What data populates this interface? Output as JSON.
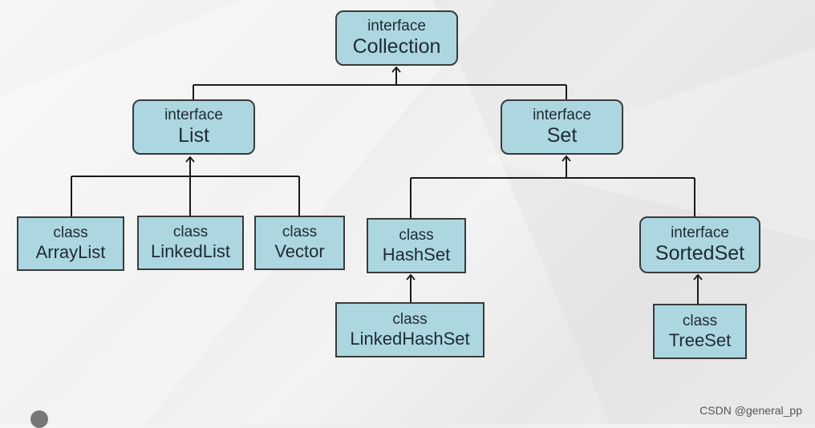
{
  "diagram": {
    "nodes": {
      "collection": {
        "keyword": "interface",
        "name": "Collection"
      },
      "list": {
        "keyword": "interface",
        "name": "List"
      },
      "set": {
        "keyword": "interface",
        "name": "Set"
      },
      "arraylist": {
        "keyword": "class",
        "name": "ArrayList"
      },
      "linkedlist": {
        "keyword": "class",
        "name": "LinkedList"
      },
      "vector": {
        "keyword": "class",
        "name": "Vector"
      },
      "hashset": {
        "keyword": "class",
        "name": "HashSet"
      },
      "sortedset": {
        "keyword": "interface",
        "name": "SortedSet"
      },
      "linkedhashset": {
        "keyword": "class",
        "name": "LinkedHashSet"
      },
      "treeset": {
        "keyword": "class",
        "name": "TreeSet"
      }
    },
    "edges": [
      {
        "from": "list",
        "to": "collection"
      },
      {
        "from": "set",
        "to": "collection"
      },
      {
        "from": "arraylist",
        "to": "list"
      },
      {
        "from": "linkedlist",
        "to": "list"
      },
      {
        "from": "vector",
        "to": "list"
      },
      {
        "from": "hashset",
        "to": "set"
      },
      {
        "from": "sortedset",
        "to": "set"
      },
      {
        "from": "linkedhashset",
        "to": "hashset"
      },
      {
        "from": "treeset",
        "to": "sortedset"
      }
    ],
    "colors": {
      "node_fill": "#acd7e0",
      "node_border": "#3a3a3a",
      "line": "#1a1a1a"
    }
  },
  "watermark": "CSDN @general_pp"
}
